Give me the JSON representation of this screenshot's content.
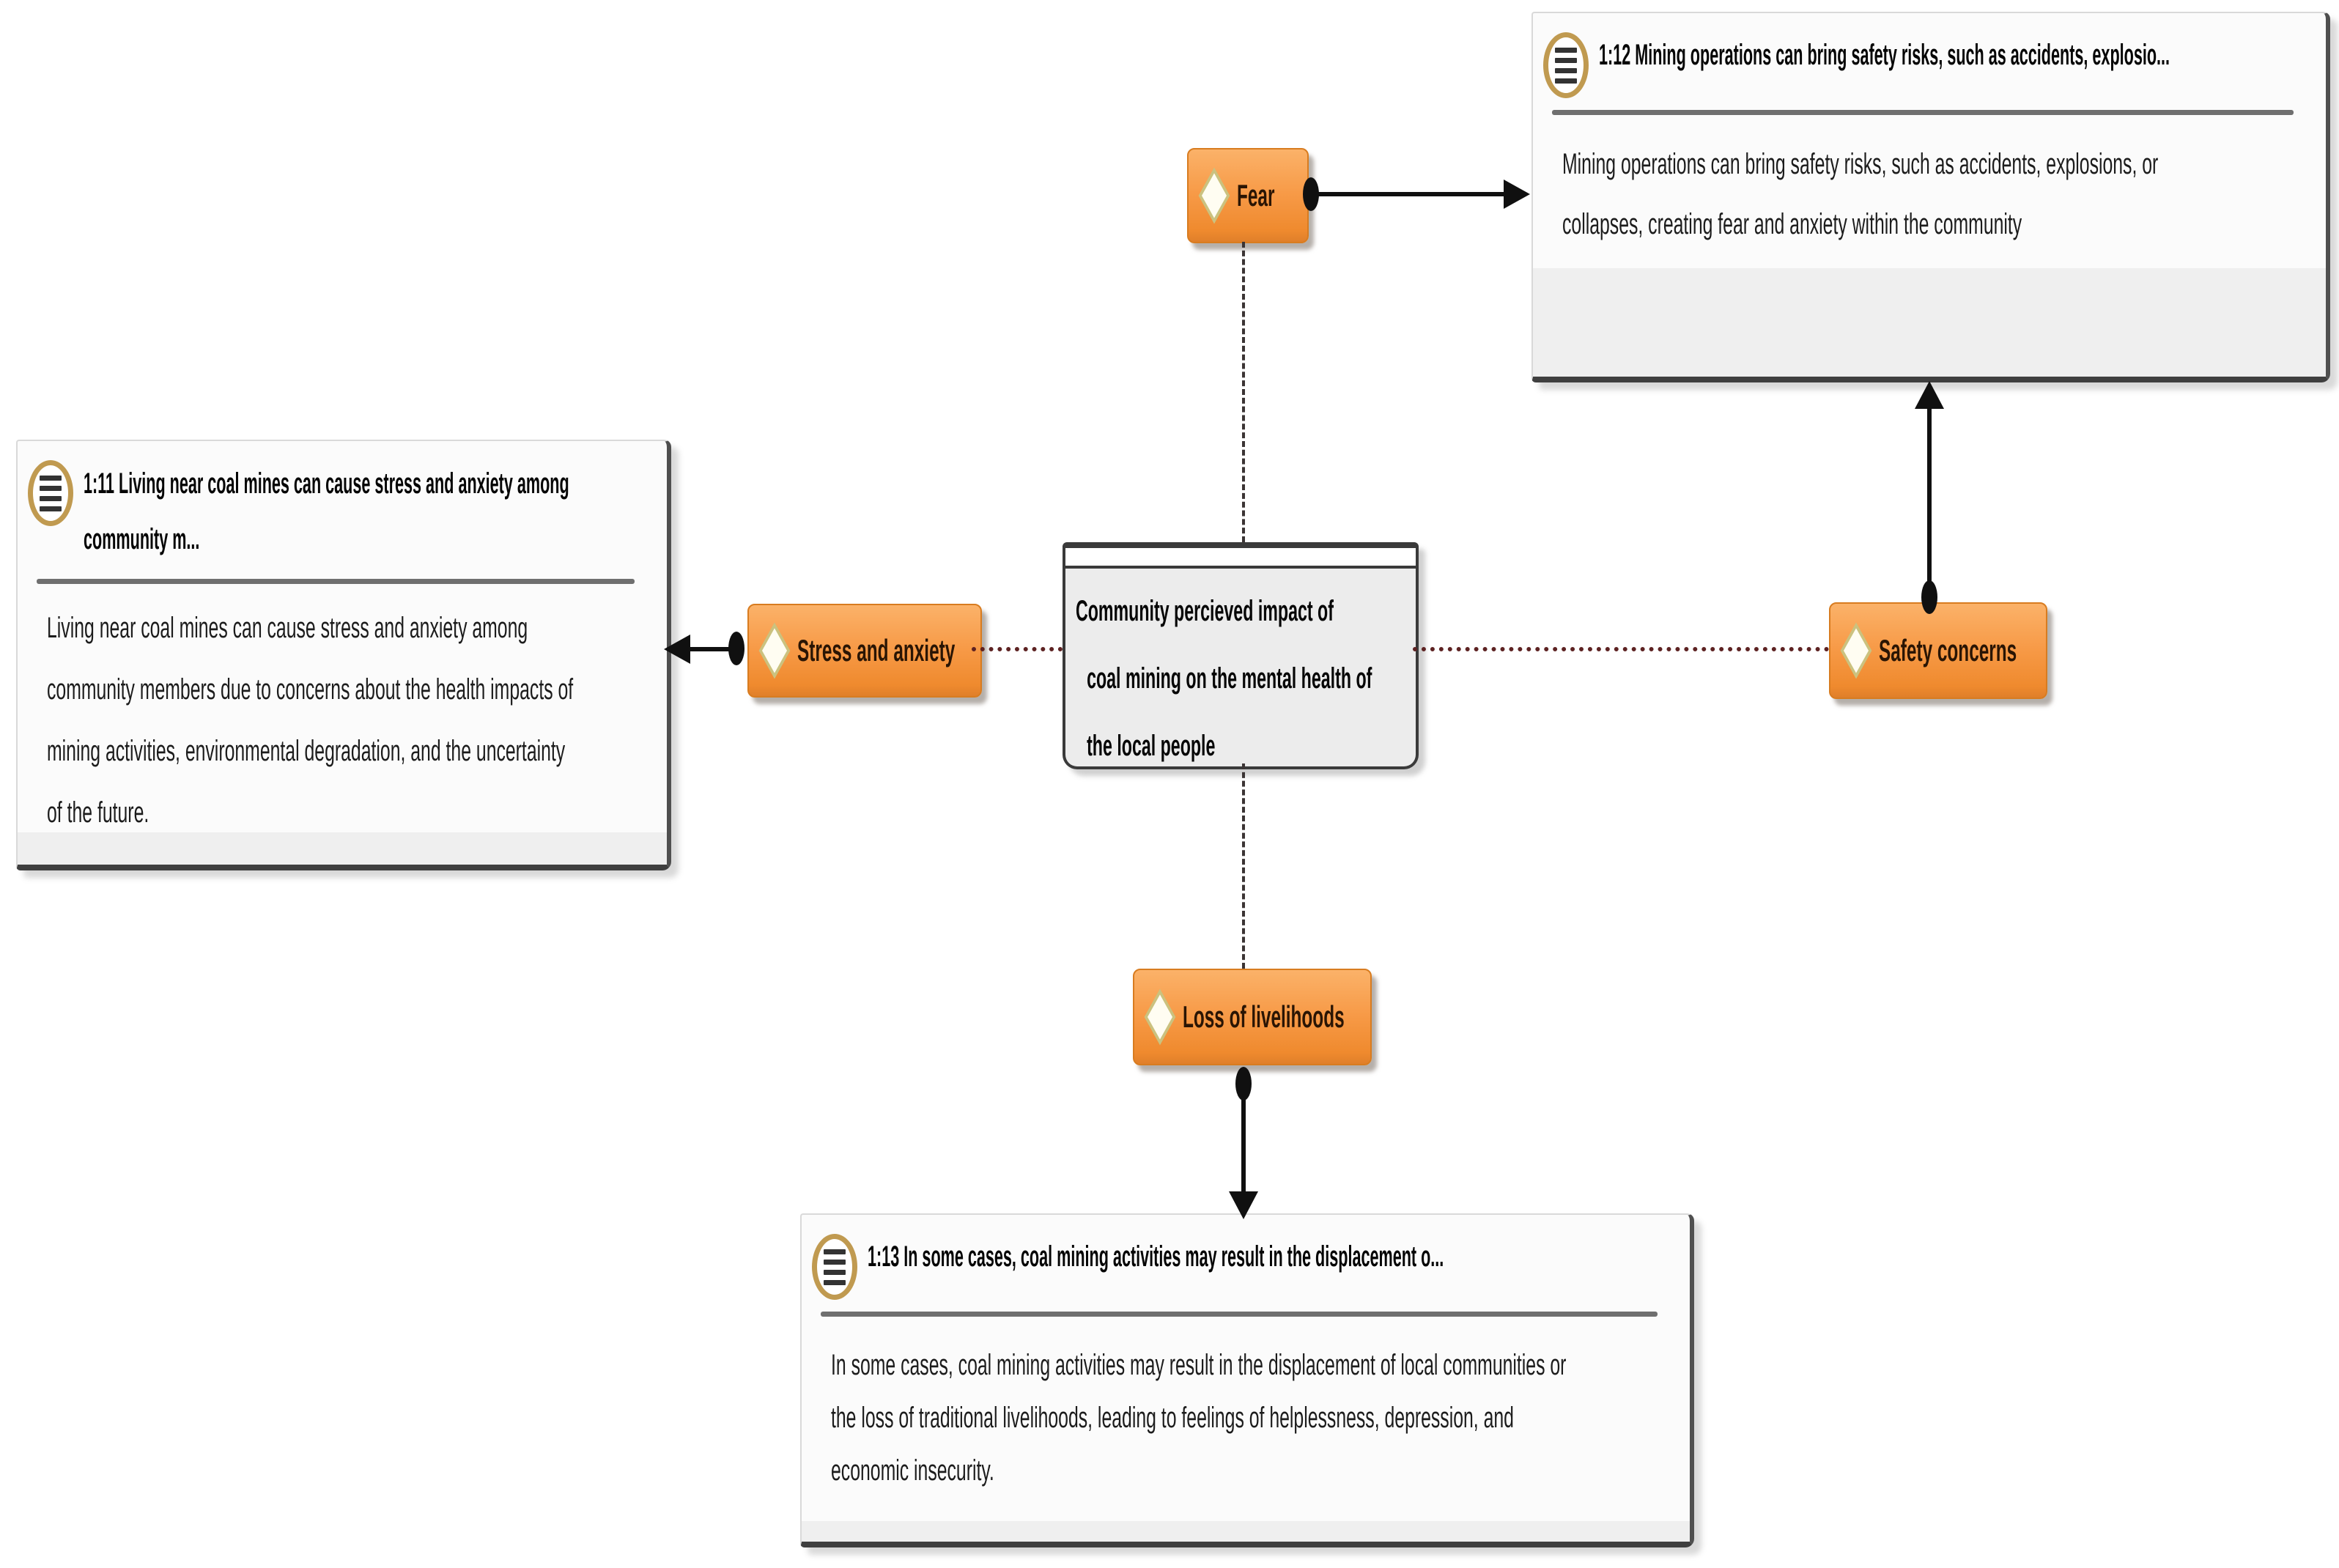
{
  "central_node": {
    "icon": "code-group-chevrons-icon",
    "label_lines": [
      "Community percieved impact of",
      "coal mining on the mental health of",
      "the local people"
    ]
  },
  "code_nodes": {
    "fear": {
      "label": "Fear"
    },
    "stress": {
      "label": "Stress and anxiety"
    },
    "safety": {
      "label": "Safety concerns"
    },
    "livelihoods": {
      "label": "Loss of livelihoods"
    }
  },
  "quotations": {
    "q112": {
      "header": "1:12 Mining operations can bring safety risks, such as accidents,  explosio...",
      "body_lines": [
        "Mining operations can bring safety risks, such as accidents,  explosions, or",
        "collapses, creating fear and anxiety within the community"
      ]
    },
    "q111": {
      "header_lines": [
        "1:11 Living near coal mines can cause stress and anxiety among",
        "community  m..."
      ],
      "body_lines": [
        "Living near coal mines can cause stress and anxiety among",
        "community  members due to concerns about the health impacts of",
        "mining activities, environmental  degradation, and the uncertainty",
        "of the future."
      ]
    },
    "q113": {
      "header": "1:13 In some cases, coal mining activities may result in the displacement o...",
      "body_lines": [
        "In some cases, coal mining activities may result in the displacement of local communities or",
        "the  loss of traditional livelihoods, leading to feelings of helplessness, depression, and",
        "economic  insecurity."
      ]
    }
  },
  "colors": {
    "code_node_orange": "#f79a47",
    "code_node_border": "#d87c20",
    "quote_icon_ring": "#c09a50",
    "diamond_outline": "#cbc27f",
    "central_icon_green": "#a6bf7e",
    "dotted_link": "#5d2222",
    "dashed_link": "#3b3434",
    "arrow_black": "#101010",
    "divider_gray": "#6f6f6f"
  }
}
